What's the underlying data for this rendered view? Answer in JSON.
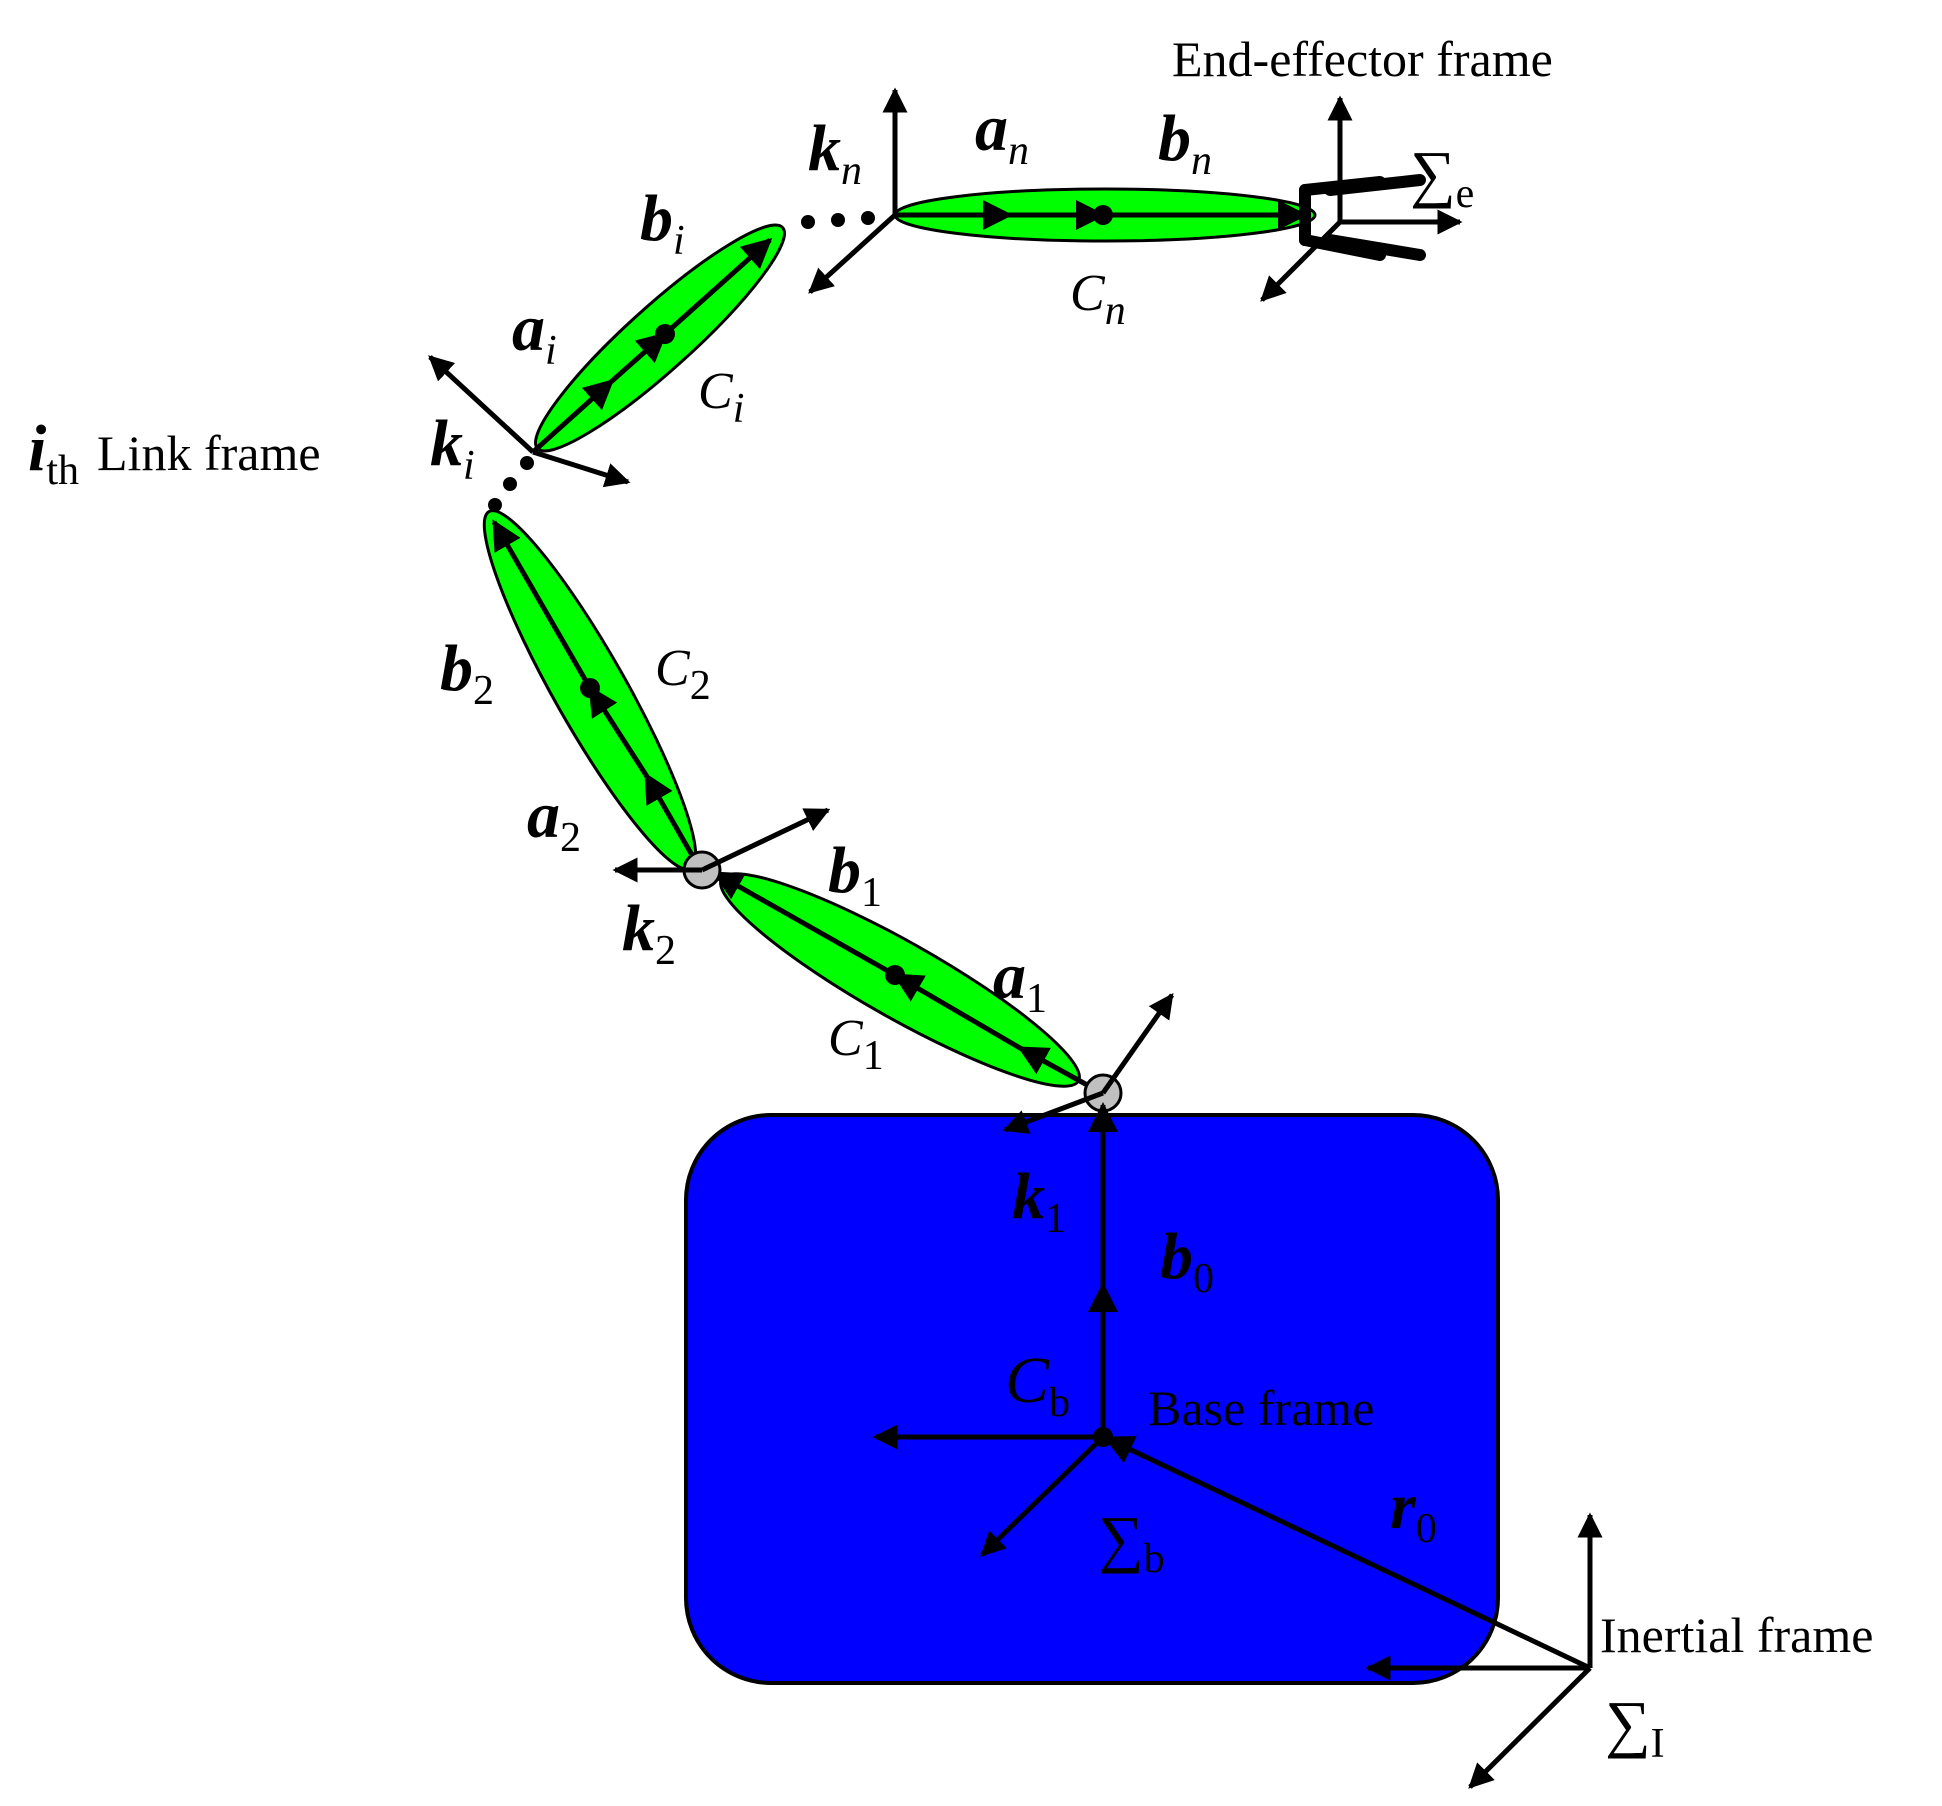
{
  "colors": {
    "base_body": "#0000FF",
    "link": "#00FF00",
    "joint": "#C0C0C0",
    "stroke": "#000000"
  },
  "frames": {
    "end_effector": "End-effector frame",
    "link_i_main": "i",
    "link_i_sub": "th",
    "link_i_rest": "Link frame",
    "base": "Base frame",
    "inertial": "Inertial frame"
  },
  "symbols": {
    "sigma": "∑",
    "sigma_e_sub": "e",
    "sigma_b_sub": "b",
    "sigma_I_sub": "I"
  },
  "vectors": {
    "k_n": {
      "main": "k",
      "sub": "n"
    },
    "a_n": {
      "main": "a",
      "sub": "n"
    },
    "b_n": {
      "main": "b",
      "sub": "n"
    },
    "C_n": {
      "main": "C",
      "sub": "n"
    },
    "b_i": {
      "main": "b",
      "sub": "i"
    },
    "a_i": {
      "main": "a",
      "sub": "i"
    },
    "k_i": {
      "main": "k",
      "sub": "i"
    },
    "C_i": {
      "main": "C",
      "sub": "i"
    },
    "b_2": {
      "main": "b",
      "sub": "2"
    },
    "C_2": {
      "main": "C",
      "sub": "2"
    },
    "a_2": {
      "main": "a",
      "sub": "2"
    },
    "k_2": {
      "main": "k",
      "sub": "2"
    },
    "b_1": {
      "main": "b",
      "sub": "1"
    },
    "a_1": {
      "main": "a",
      "sub": "1"
    },
    "C_1": {
      "main": "C",
      "sub": "1"
    },
    "k_1": {
      "main": "k",
      "sub": "1"
    },
    "b_0": {
      "main": "b",
      "sub": "0"
    },
    "C_b": {
      "main": "C",
      "sub": "b"
    },
    "r_0": {
      "main": "r",
      "sub": "0"
    }
  }
}
